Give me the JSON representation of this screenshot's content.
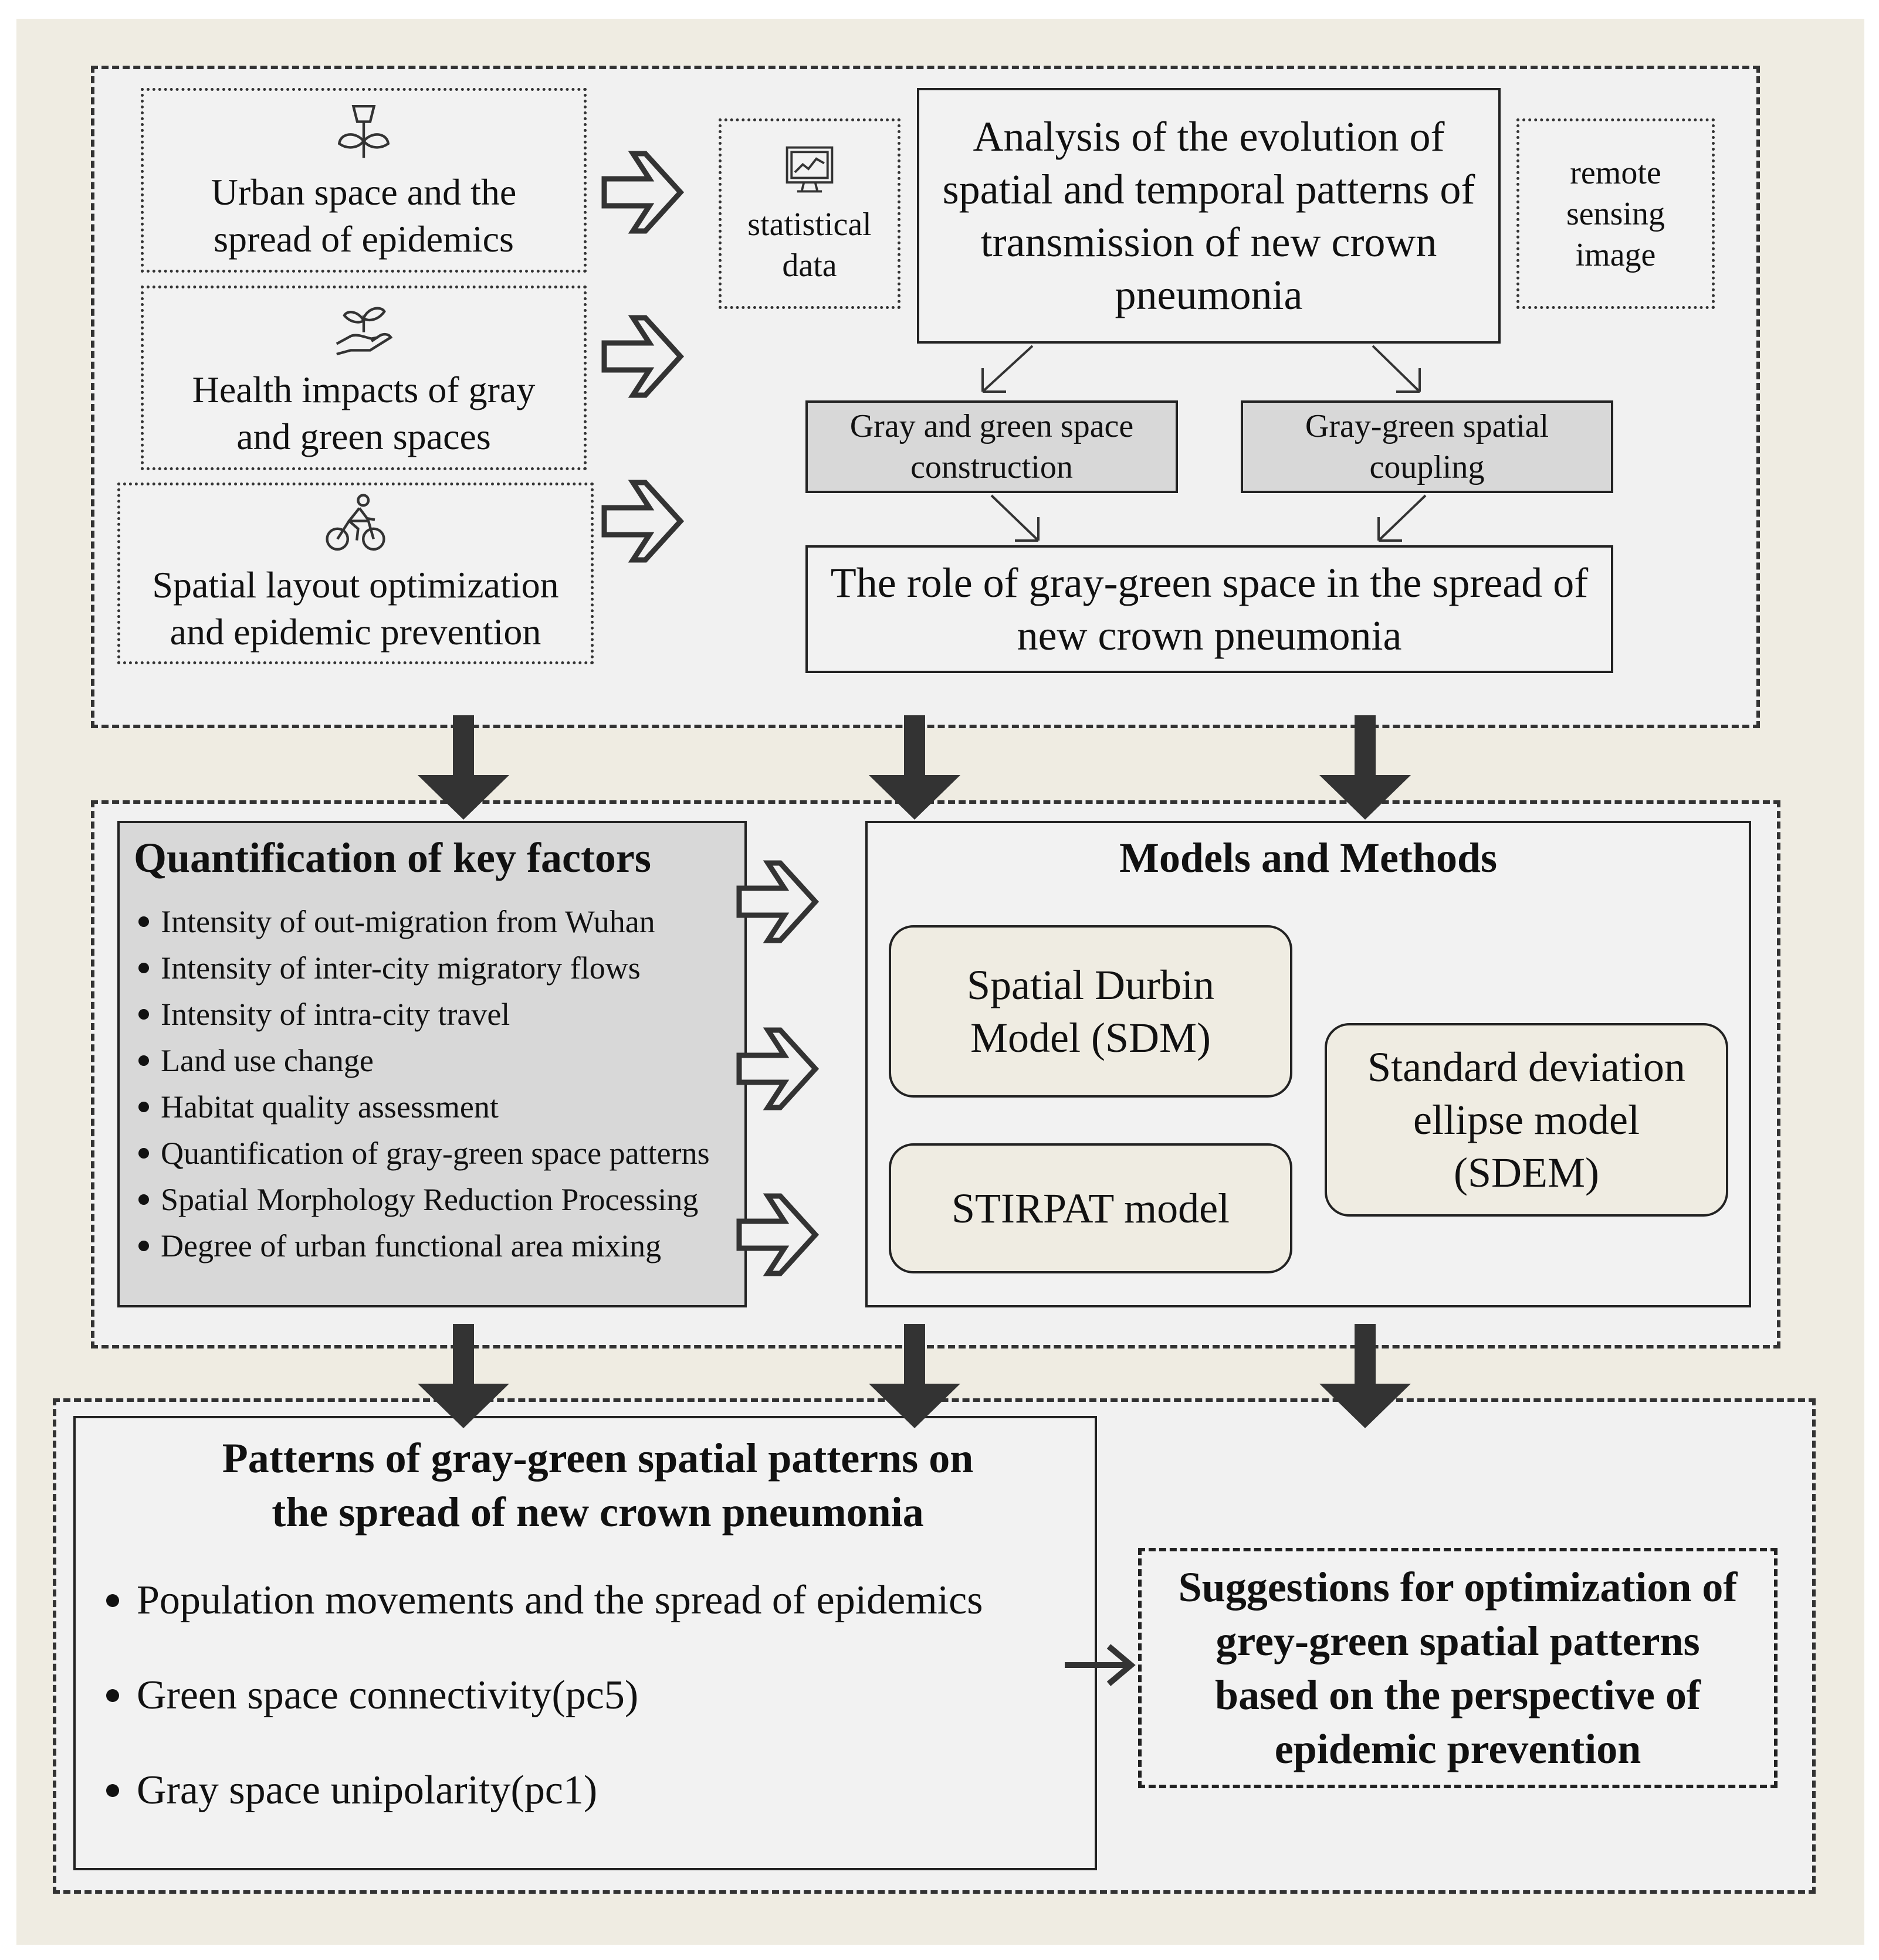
{
  "top": {
    "left_boxes": [
      {
        "icon": "flower-icon",
        "text": "Urban space and the spread of epidemics"
      },
      {
        "icon": "plant-in-hand-icon",
        "text": "Health impacts of gray and green spaces"
      },
      {
        "icon": "cyclist-icon",
        "text": "Spatial layout optimization and epidemic prevention"
      }
    ],
    "statistical_data": {
      "icon": "monitor-chart-icon",
      "text": "statistical data"
    },
    "remote_sensing": {
      "text": "remote sensing image"
    },
    "analysis": "Analysis of the evolution of spatial and temporal patterns of transmission of new crown pneumonia",
    "gray_green_construction": "Gray and green space construction",
    "gray_green_coupling": "Gray-green spatial coupling",
    "role": "The role of gray-green space in the spread of new crown pneumonia"
  },
  "middle": {
    "quantification": {
      "title": "Quantification of key factors",
      "items": [
        "Intensity of out-migration from Wuhan",
        "Intensity of inter-city migratory flows",
        "Intensity of intra-city travel",
        "Land use change",
        "Habitat quality assessment",
        "Quantification of gray-green space patterns",
        "Spatial Morphology Reduction Processing",
        "Degree of urban functional area mixing"
      ]
    },
    "models": {
      "title": "Models and Methods",
      "sdm": "Spatial Durbin Model (SDM)",
      "stirpat": "STIRPAT model",
      "sdem": "Standard deviation ellipse model (SDEM)"
    }
  },
  "bottom": {
    "patterns": {
      "title": "Patterns of gray-green spatial patterns on the spread of new crown pneumonia",
      "items": [
        "Population movements and the spread of epidemics",
        "Green space connectivity(pc5)",
        "Gray space unipolarity(pc1)"
      ]
    },
    "suggestions": "Suggestions for optimization of grey-green spatial patterns based on the perspective of epidemic prevention"
  },
  "colors": {
    "background": "#efece2",
    "section": "#f1f1f1",
    "gray_box": "#d8d8d8",
    "arrow": "#333333"
  }
}
